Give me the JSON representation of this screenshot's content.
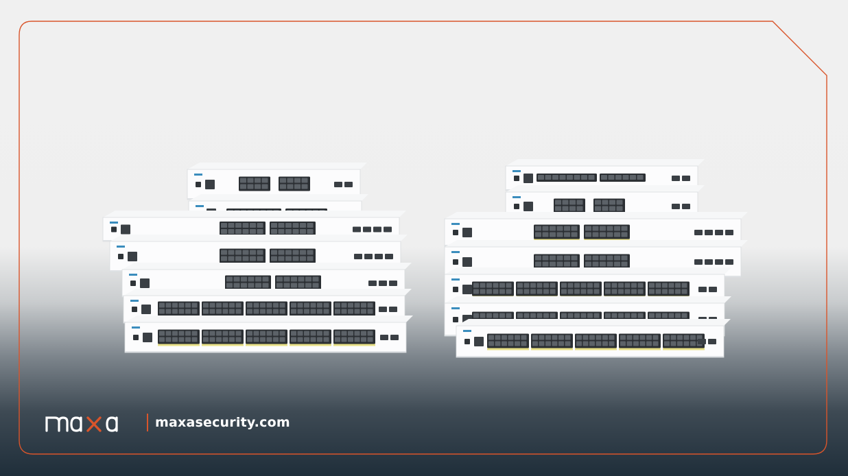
{
  "brand": {
    "logo_text": "maxa",
    "website": "maxasecurity.com",
    "logo_icon": "maxa-wordmark",
    "accent_color": "#d9552b"
  },
  "illustration": {
    "subject": "network switch lineup",
    "frame_color": "#d9552b"
  }
}
